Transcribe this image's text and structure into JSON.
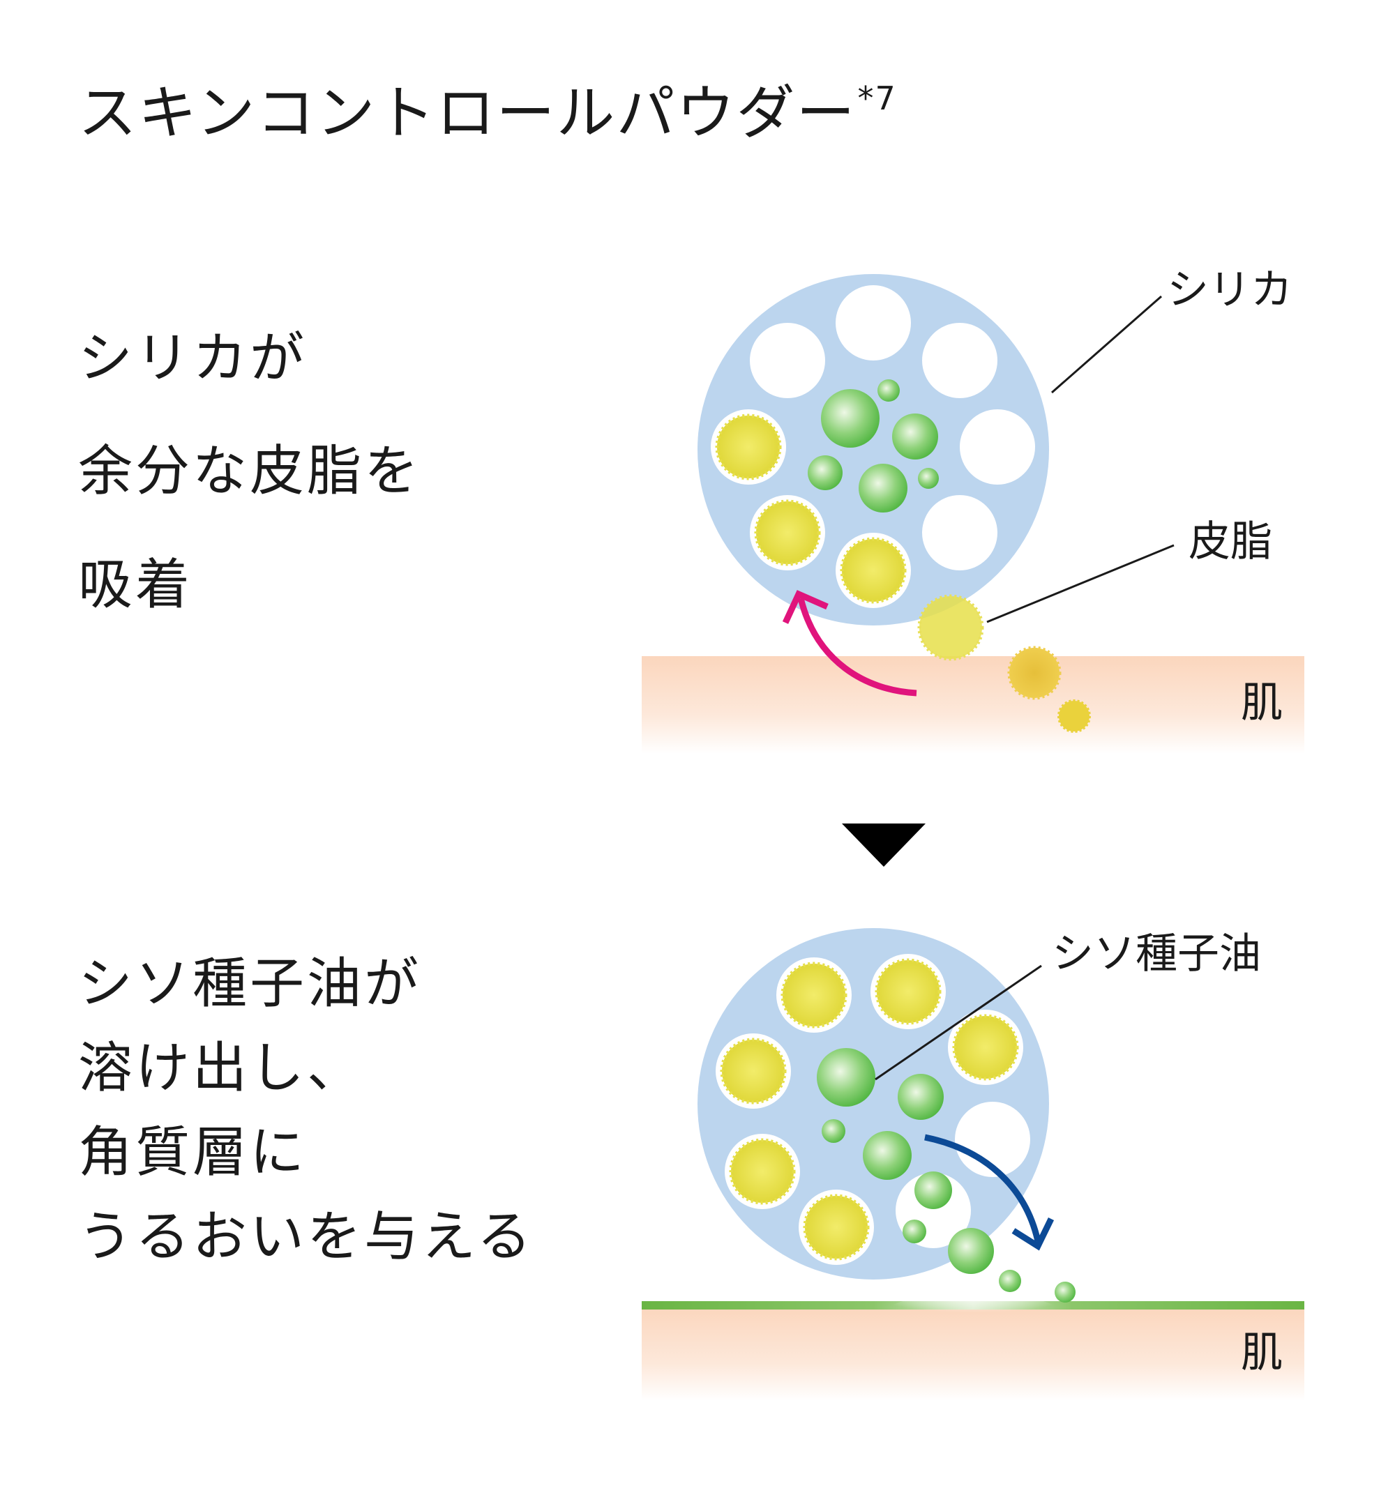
{
  "title": {
    "text": "スキンコントロールパウダー",
    "footnote": "*7"
  },
  "step1": {
    "caption_lines": [
      "シリカが",
      "余分な皮脂を",
      "吸着"
    ],
    "labels": {
      "silica": "シリカ",
      "sebum": "皮脂",
      "skin": "肌"
    }
  },
  "step2": {
    "caption_lines": [
      "シソ種子油が",
      "溶け出し、",
      "角質層に",
      "うるおいを与える"
    ],
    "labels": {
      "oil": "シソ種子油",
      "skin": "肌"
    }
  },
  "colors": {
    "silica": "#bcd5ee",
    "sebum": "#e6df4a",
    "oil": "#6cc25a",
    "skin": "#fbd9c2",
    "absorb_arrow": "#e0147c",
    "release_arrow": "#0c4a96",
    "moist_line": "#6ab544"
  }
}
